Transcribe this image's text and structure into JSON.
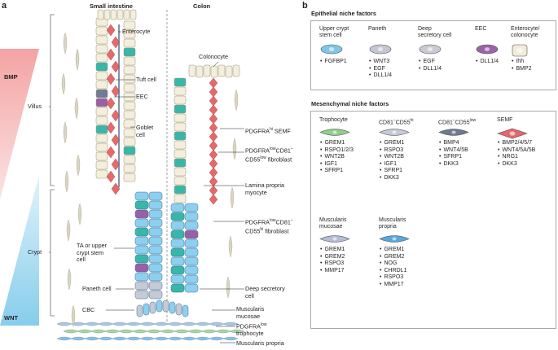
{
  "panel_a": {
    "letter": "a",
    "titles": {
      "small_intestine": "Small intestine",
      "colon": "Colon"
    },
    "gradients": {
      "bmp": "BMP",
      "wnt": "WNT"
    },
    "compartments": {
      "villus": "Villus",
      "crypt": "Crypt"
    },
    "left_labels": {
      "enterocyte": "Enterocyte",
      "tuft": "Tuft cell",
      "eec": "EEC",
      "goblet_1": "Goblet",
      "goblet_2": "cell",
      "ta_1": "TA or upper",
      "ta_2": "crypt stem",
      "ta_3": "cell",
      "paneth": "Paneth cell",
      "cbc": "CBC"
    },
    "right_labels": {
      "colonocyte": "Colonocyte",
      "semf_pre": "PDGFRA",
      "semf_sup": "hi",
      "semf_post": " SEMF",
      "fib1_pre": "PDGFRA",
      "fib1_sup": "low",
      "fib1_post": "CD81",
      "fib1_sup2": "–",
      "fib1_line2_pre": "CD55",
      "fib1_line2_sup": "low",
      "fib1_line2_post": " fibroblast",
      "lp_1": "Lamina propria",
      "lp_2": "myocyte",
      "fib2_pre": "PDGFRA",
      "fib2_sup": "low",
      "fib2_post": "CD81",
      "fib2_sup2": "–",
      "fib2_line2_pre": "CD55",
      "fib2_line2_sup": "hi",
      "fib2_line2_post": " fibroblast",
      "deep_1": "Deep secretory",
      "deep_2": "cell",
      "mm_1": "Muscularis",
      "mm_2": "mucosae",
      "troph_pre": "PDGFRA",
      "troph_sup": "low",
      "troph_2": "trophocyte",
      "mp": "Muscularis propria"
    }
  },
  "panel_b": {
    "letter": "b",
    "epithelial": {
      "title": "Epithelial niche factors",
      "cells": [
        {
          "header": [
            "Upper crypt",
            "stem cell"
          ],
          "factors": [
            "FGFBP1"
          ],
          "color": "#7fc6e8"
        },
        {
          "header": [
            "Paneth"
          ],
          "factors": [
            "WNT3",
            "EGF",
            "DLL1/4"
          ],
          "color": "#c4c7d3"
        },
        {
          "header": [
            "Deep",
            "secretory cell"
          ],
          "factors": [
            "EGF",
            "DLL1/4"
          ],
          "color": "#c9cbd2"
        },
        {
          "header": [
            "EEC"
          ],
          "factors": [
            "DLL1/4"
          ],
          "color": "#9a62a8"
        },
        {
          "header": [
            "Enterocyte/",
            "colonocyte"
          ],
          "factors": [
            "Ihh",
            "BMP2"
          ],
          "color": "#f1ecd8"
        }
      ]
    },
    "mesenchymal": {
      "title": "Mesenchymal niche factors",
      "cells": [
        {
          "header": "Trophocyte",
          "factors": [
            "GREM1",
            "RSPO1/2/3",
            "WNT2B",
            "IGF1",
            "SFRP1"
          ],
          "color": "#8fcf8a"
        },
        {
          "header_pre": "CD81",
          "header_sup": "–",
          "header_mid": "CD55",
          "header_sup2": "hi",
          "factors": [
            "GREM1",
            "RSPO3",
            "WNT2B",
            "IGF1",
            "SFRP1",
            "DKK3"
          ],
          "color": "#c5cad8"
        },
        {
          "header_pre": "CD81",
          "header_sup": "–",
          "header_mid": "CD55",
          "header_sup2": "low",
          "factors": [
            "BMP4",
            "WNT4/5B",
            "SFRP1",
            "DKK3"
          ],
          "color": "#6e7891"
        },
        {
          "header": "SEMF",
          "factors": [
            "BMP2/4/5/7",
            "WNT4/5A/5B",
            "NRG1",
            "DKK3"
          ],
          "color": "#e5676a"
        },
        {
          "header": [
            "Muscularis",
            "mucosae"
          ],
          "factors": [
            "GREM1",
            "GREM2",
            "RSPO3",
            "MMP17"
          ],
          "color": "#b4bcd6"
        },
        {
          "header": [
            "Muscularis",
            "propria"
          ],
          "factors": [
            "GREM1",
            "GREM2",
            "NOG",
            "CHRDL1",
            "RSPO3",
            "MMP17"
          ],
          "color": "#5aa7dc"
        }
      ]
    }
  },
  "colors": {
    "bmp": "#f2a6a6",
    "wnt": "#8fd0ea",
    "enterocyte": "#f3efdc",
    "stem": "#8ccfee",
    "goblet": "#38b7a9",
    "eec": "#9a5fa6",
    "tuft": "#707b95",
    "semf": "#e46a6a",
    "fibro": "#d9d6c2",
    "trophocyte": "#a8d99b",
    "muscularis_propria": "#86c3e8",
    "myocyte": "#68738e"
  }
}
